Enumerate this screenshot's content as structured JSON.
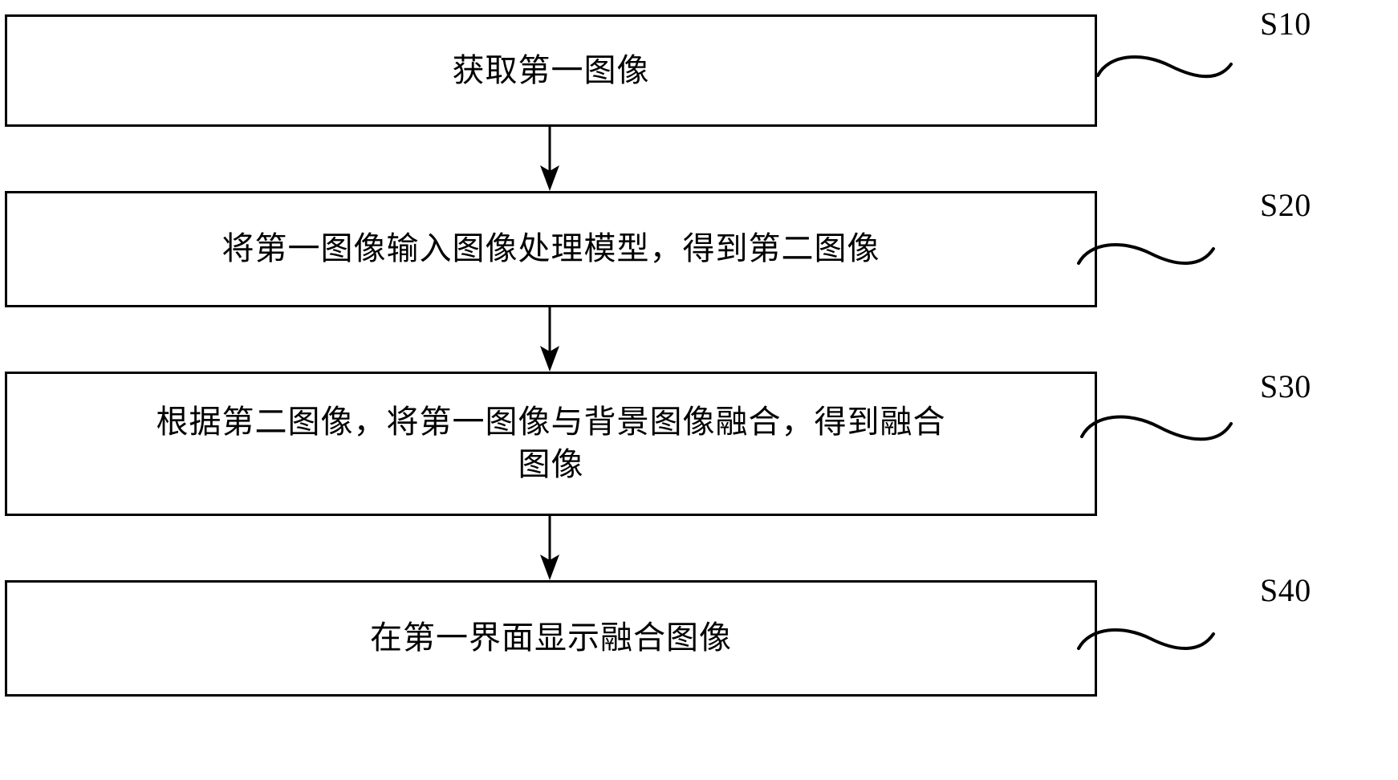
{
  "diagram": {
    "type": "flowchart",
    "orientation": "vertical",
    "language": "zh-CN",
    "background_color": "#ffffff",
    "line_color": "#000000",
    "steps": [
      {
        "id": "S10",
        "label": "S10",
        "text": "获取第一图像",
        "lines": [
          "获取第一图像"
        ]
      },
      {
        "id": "S20",
        "label": "S20",
        "text": "将第一图像输入图像处理模型，得到第二图像",
        "lines": [
          "将第一图像输入图像处理模型，得到第二图像"
        ]
      },
      {
        "id": "S30",
        "label": "S30",
        "text": "根据第二图像，将第一图像与背景图像融合，得到融合\n图像",
        "lines": [
          "根据第二图像，将第一图像与背景图像融合，得到融合",
          "图像"
        ]
      },
      {
        "id": "S40",
        "label": "S40",
        "text": "在第一界面显示融合图像",
        "lines": [
          "在第一界面显示融合图像"
        ]
      }
    ],
    "connectors": [
      {
        "from": "S10",
        "to": "S20",
        "arrow": "down"
      },
      {
        "from": "S20",
        "to": "S30",
        "arrow": "down"
      },
      {
        "from": "S30",
        "to": "S40",
        "arrow": "down"
      }
    ]
  }
}
